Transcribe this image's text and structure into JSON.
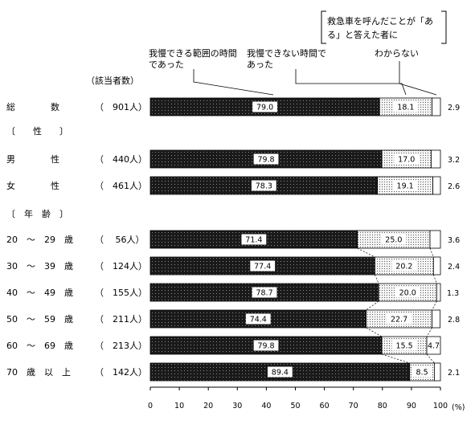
{
  "chart_data": {
    "type": "bar",
    "stacked": true,
    "orientation": "horizontal",
    "bracket_note": [
      "救急車を呼んだことが「あ",
      "る」と答えた者に"
    ],
    "respondents_header": "（該当者数）",
    "group_headers": {
      "sex": "〔　　性　　〕",
      "age": "〔　年　齢　〕"
    },
    "series": [
      {
        "name": "我慢できる範囲の時間であった",
        "legend_lines": [
          "我慢できる範囲の時間",
          "であった"
        ]
      },
      {
        "name": "我慢できない時間であった",
        "legend_lines": [
          "我慢できない時間で",
          "あった"
        ]
      },
      {
        "name": "わからない",
        "legend_lines": [
          "わからない"
        ]
      }
    ],
    "rows": [
      {
        "label": "総　　　　数",
        "count": "（　901人）",
        "values": [
          79.0,
          18.1,
          2.9
        ],
        "labels": [
          "79.0",
          "18.1",
          "2.9"
        ]
      },
      {
        "label": "男　　　　性",
        "count": "（　440人）",
        "values": [
          79.8,
          17.0,
          3.2
        ],
        "labels": [
          "79.8",
          "17.0",
          "3.2"
        ]
      },
      {
        "label": "女　　　　性",
        "count": "（　461人）",
        "values": [
          78.3,
          19.1,
          2.6
        ],
        "labels": [
          "78.3",
          "19.1",
          "2.6"
        ]
      },
      {
        "label": "20　～　29　歳",
        "count": "（　 56人）",
        "values": [
          71.4,
          25.0,
          3.6
        ],
        "labels": [
          "71.4",
          "25.0",
          "3.6"
        ]
      },
      {
        "label": "30　～　39　歳",
        "count": "（　124人）",
        "values": [
          77.4,
          20.2,
          2.4
        ],
        "labels": [
          "77.4",
          "20.2",
          "2.4"
        ]
      },
      {
        "label": "40　～　49　歳",
        "count": "（　155人）",
        "values": [
          78.7,
          20.0,
          1.3
        ],
        "labels": [
          "78.7",
          "20.0",
          "1.3"
        ]
      },
      {
        "label": "50　～　59　歳",
        "count": "（　211人）",
        "values": [
          74.4,
          22.7,
          2.8
        ],
        "labels": [
          "74.4",
          "22.7",
          "2.8"
        ]
      },
      {
        "label": "60　～　69　歳",
        "count": "（　213人）",
        "values": [
          79.8,
          15.5,
          4.7
        ],
        "labels": [
          "79.8",
          "15.5",
          "4.7"
        ]
      },
      {
        "label": "70　歳　以　上",
        "count": "（　142人）",
        "values": [
          89.4,
          8.5,
          2.1
        ],
        "labels": [
          "89.4",
          "8.5",
          "2.1"
        ]
      }
    ],
    "x_ticks": [
      0,
      10,
      20,
      30,
      40,
      50,
      60,
      70,
      80,
      90,
      100
    ],
    "x_unit": "(%)",
    "xlim": [
      0,
      100
    ],
    "colors": {
      "seg1": "#1a1a1a",
      "seg2": "#d9d9d9",
      "seg3": "#ffffff"
    }
  }
}
